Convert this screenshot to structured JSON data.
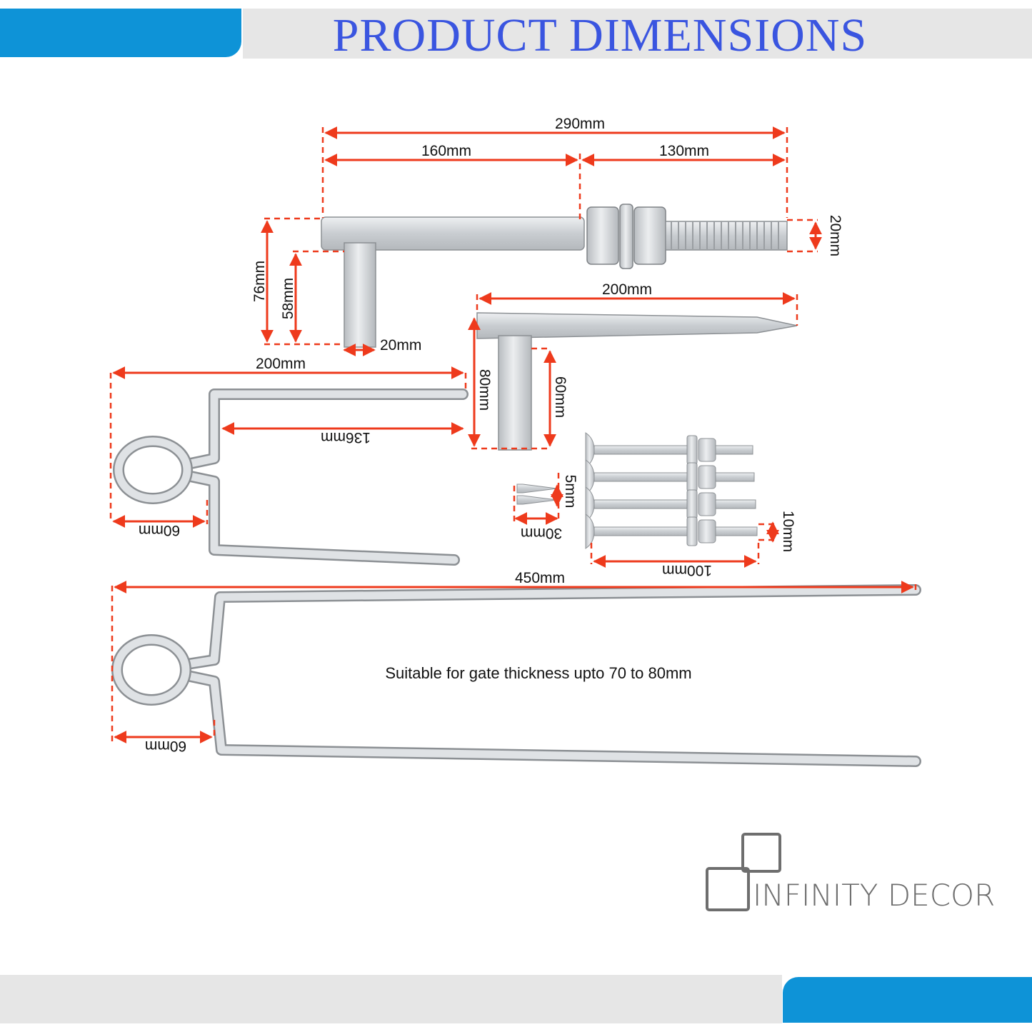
{
  "header": {
    "title": "PRODUCT  DIMENSIONS",
    "accent_color": "#0e93d7",
    "title_color": "#3a55e0",
    "bar_color": "#e6e6e6"
  },
  "dimensions": {
    "hook_bolt_total": "290mm",
    "hook_bolt_plate": "160mm",
    "hook_bolt_thread": "130mm",
    "hook_bolt_diameter": "20mm",
    "hook_bolt_height": "76mm",
    "hook_bolt_pin_height": "58mm",
    "hook_bolt_pin_diameter": "20mm",
    "spike_hook_length": "200mm",
    "spike_hook_height": "80mm",
    "spike_hook_pin_height": "60mm",
    "short_strap_length": "200mm",
    "short_strap_inner": "136mm",
    "short_strap_eye": "60mm",
    "screw_length": "30mm",
    "screw_diameter": "5mm",
    "coach_bolt_length": "100mm",
    "coach_bolt_diameter": "10mm",
    "long_strap_length": "450mm",
    "long_strap_eye": "60mm"
  },
  "note": "Suitable for gate thickness upto 70 to 80mm",
  "brand": {
    "name": "INFINITY DECOR",
    "color": "#6e6e6e"
  },
  "colors": {
    "dimension_line": "#ee3a1c",
    "metal": "#d2d5d8",
    "metal_edge": "#8c9094"
  }
}
